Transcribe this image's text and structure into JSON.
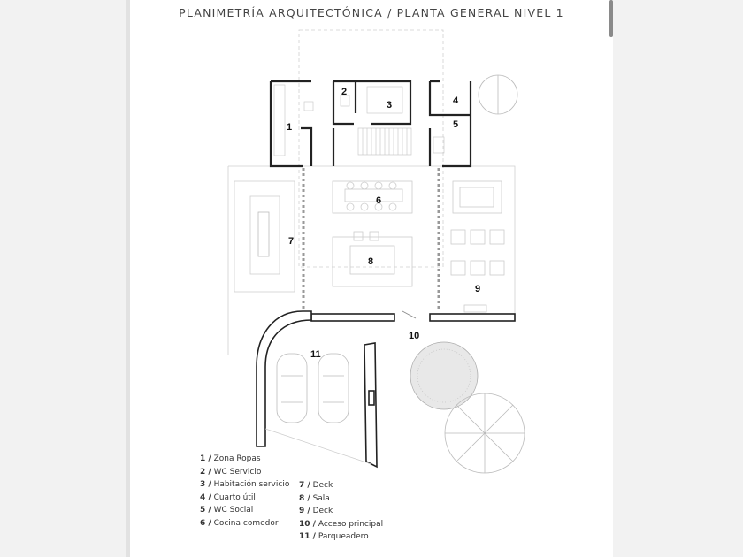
{
  "title": "PLANIMETRÍA ARQUITECTÓNICA / PLANTA GENERAL NIVEL 1",
  "room_labels": [
    "1",
    "2",
    "3",
    "4",
    "5",
    "6",
    "7",
    "8",
    "9",
    "10",
    "11"
  ],
  "legend_left": [
    {
      "num": "1 /",
      "name": "Zona Ropas"
    },
    {
      "num": "2 /",
      "name": "WC Servicio"
    },
    {
      "num": "3 /",
      "name": "Habitación servicio"
    },
    {
      "num": "4 /",
      "name": "Cuarto útil"
    },
    {
      "num": "5 /",
      "name": "WC Social"
    },
    {
      "num": "6 /",
      "name": "Cocina comedor"
    }
  ],
  "legend_right": [
    {
      "num": "7 /",
      "name": "Deck"
    },
    {
      "num": "8 /",
      "name": "Sala"
    },
    {
      "num": "9 /",
      "name": "Deck"
    },
    {
      "num": "10 /",
      "name": "Acceso principal"
    },
    {
      "num": "11 /",
      "name": "Parqueadero"
    }
  ]
}
